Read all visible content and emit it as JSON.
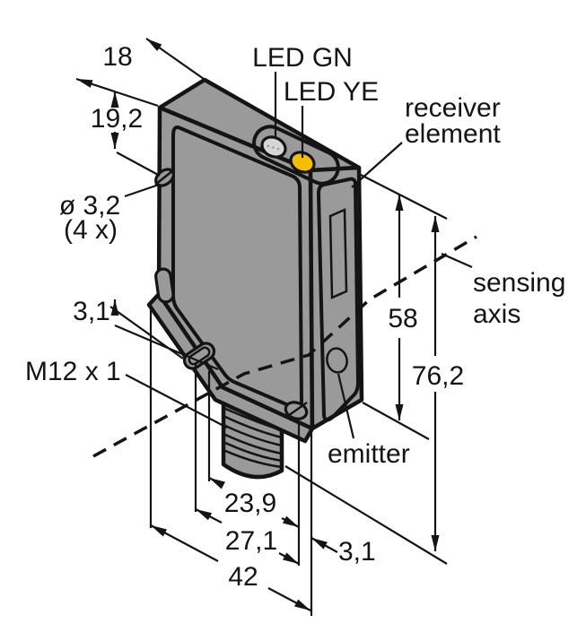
{
  "figure": {
    "kind": "sensor-dimension-drawing",
    "labels": {
      "dim_18": "18",
      "dim_19_2": "19,2",
      "led_gn": "LED GN",
      "led_ye": "LED YE",
      "receiver_line1": "receiver",
      "receiver_line2": "element",
      "hole_dia_line1": "ø 3,2",
      "hole_dia_line2": "(4 x)",
      "sensing_line1": "sensing",
      "sensing_line2": "axis",
      "dim_3_1_upper": "3,1",
      "thread": "M12 x 1",
      "dim_58": "58",
      "dim_76_2": "76,2",
      "emitter": "emitter",
      "dim_3_1_lower": "3,1",
      "dim_23_9": "23,9",
      "dim_27_1": "27,1",
      "dim_42": "42"
    },
    "colors": {
      "body": "#9a9a9a",
      "outline": "#141414",
      "led_gn_lens": "#d6d6d6",
      "led_ye_lens": "#f2bf00",
      "emitter_lens": "#cccccc",
      "receiver_window": "#ffffff",
      "background": "#ffffff"
    }
  }
}
